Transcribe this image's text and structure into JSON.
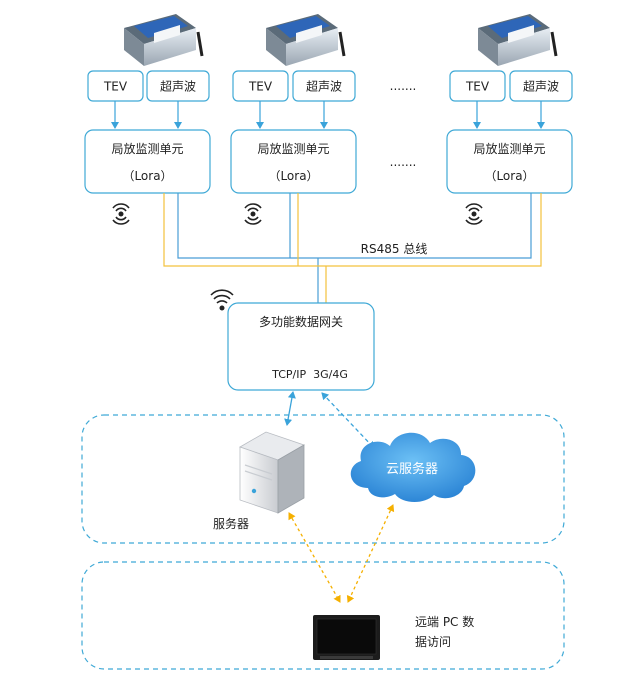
{
  "sensor_tev": "TEV",
  "sensor_ultrasonic": "超声波",
  "unit_title": "局放监测单元",
  "unit_subtitle": "（Lora）",
  "ellipsis": ".......",
  "bus_label": "RS485 总线",
  "gateway_title": "多功能数据网关",
  "gateway_protocol": "TCP/IP  3G/4G",
  "server_label": "服务器",
  "cloud_label": "云服务器",
  "remote_line1": "远端 PC 数",
  "remote_line2": "据访问",
  "colors": {
    "box_border": "#3fa9d6",
    "arrow": "#3aa3da",
    "bus_yellow": "#f3c23d",
    "bus_blue": "#4a9ed6",
    "dash_orange": "#f5b000",
    "cloud_fill": "#3d9be0"
  }
}
